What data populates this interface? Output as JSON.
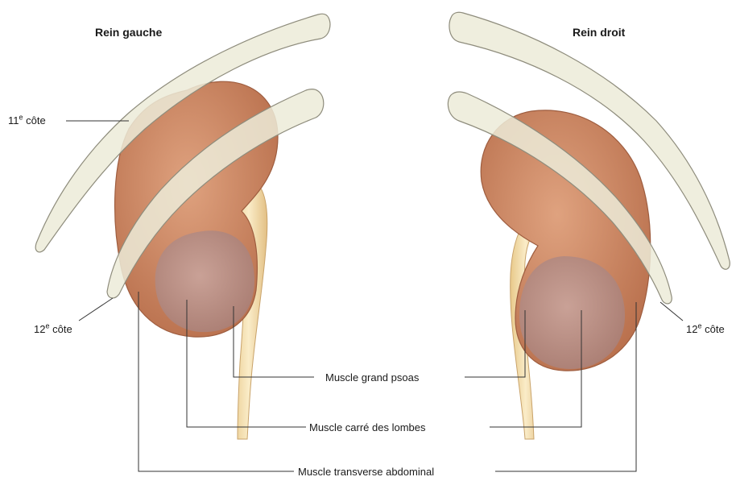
{
  "titles": {
    "left": "Rein gauche",
    "right": "Rein droit"
  },
  "labels": {
    "rib11_left": {
      "number": "11",
      "suffix": "e",
      "word": " côte"
    },
    "rib12_left": {
      "number": "12",
      "suffix": "e",
      "word": " côte"
    },
    "rib12_right": {
      "number": "12",
      "suffix": "e",
      "word": " côte"
    },
    "psoas": "Muscle grand psoas",
    "quadratus": "Muscle carré des lombes",
    "transverse": "Muscle transverse abdominal"
  },
  "colors": {
    "kidney_outer": "#c98562",
    "kidney_inner": "#b98f87",
    "rib": "#ecebd8",
    "rib_outline": "#8e8c7c",
    "psoas": "#f0d7a0",
    "leader_line": "#333333"
  }
}
